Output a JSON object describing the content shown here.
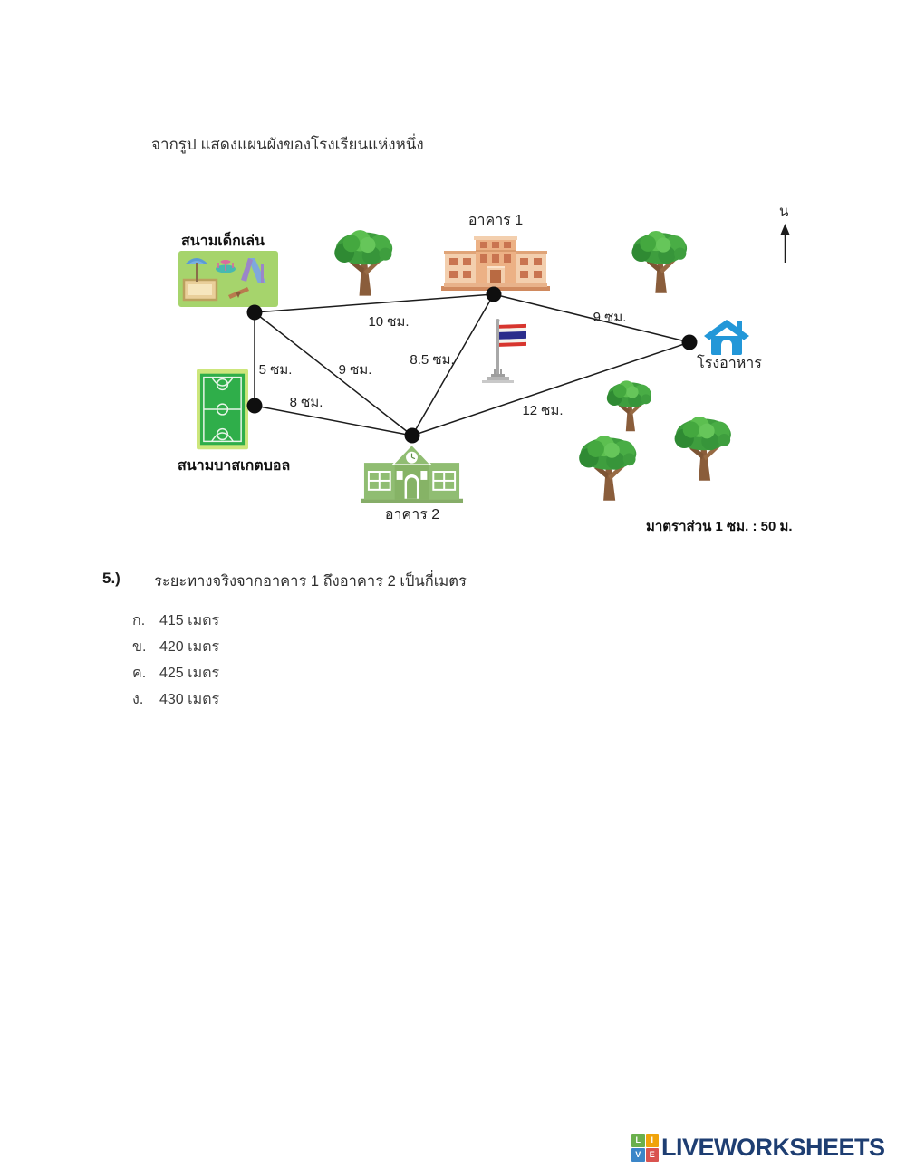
{
  "page": {
    "intro": "จากรูป แสดงแผนผังของโรงเรียนแห่งหนึ่ง"
  },
  "map": {
    "north_label": "น",
    "scale_label": "มาตราส่วน 1 ซม. : 50 ม.",
    "locations": [
      {
        "id": "playground",
        "label": "สนามเด็กเล่น"
      },
      {
        "id": "building1",
        "label": "อาคาร 1"
      },
      {
        "id": "cafeteria",
        "label": "โรงอาหาร"
      },
      {
        "id": "basketball-court",
        "label": "สนามบาสเกตบอล"
      },
      {
        "id": "building2",
        "label": "อาคาร 2"
      }
    ],
    "edges": [
      {
        "from": "playground",
        "to": "building1",
        "label": "10 ซม."
      },
      {
        "from": "playground",
        "to": "basketball-court",
        "label": "5 ซม."
      },
      {
        "from": "playground",
        "to": "building2",
        "label": "9 ซม."
      },
      {
        "from": "basketball-court",
        "to": "building2",
        "label": "8 ซม."
      },
      {
        "from": "building1",
        "to": "building2",
        "label": "8.5 ซม."
      },
      {
        "from": "building1",
        "to": "cafeteria",
        "label": "9 ซม."
      },
      {
        "from": "building2",
        "to": "cafeteria",
        "label": "12 ซม."
      }
    ]
  },
  "question": {
    "number": "5.)",
    "text": "ระยะทางจริงจากอาคาร 1 ถึงอาคาร 2 เป็นกี่เมตร",
    "choices": [
      {
        "letter": "ก.",
        "text": "415 เมตร"
      },
      {
        "letter": "ข.",
        "text": "420 เมตร"
      },
      {
        "letter": "ค.",
        "text": "425 เมตร"
      },
      {
        "letter": "ง.",
        "text": "430 เมตร"
      }
    ]
  },
  "footer": {
    "brand": "LIVEWORKSHEETS",
    "logo_letters": [
      "L",
      "I",
      "V",
      "E"
    ]
  },
  "colors": {
    "edge_line": "#1c1c1c",
    "brand_text": "#1e3e72",
    "logo_green": "#6ab04c",
    "logo_yellow": "#f0a30a",
    "logo_blue": "#3b86c8",
    "logo_red": "#d9534f"
  }
}
